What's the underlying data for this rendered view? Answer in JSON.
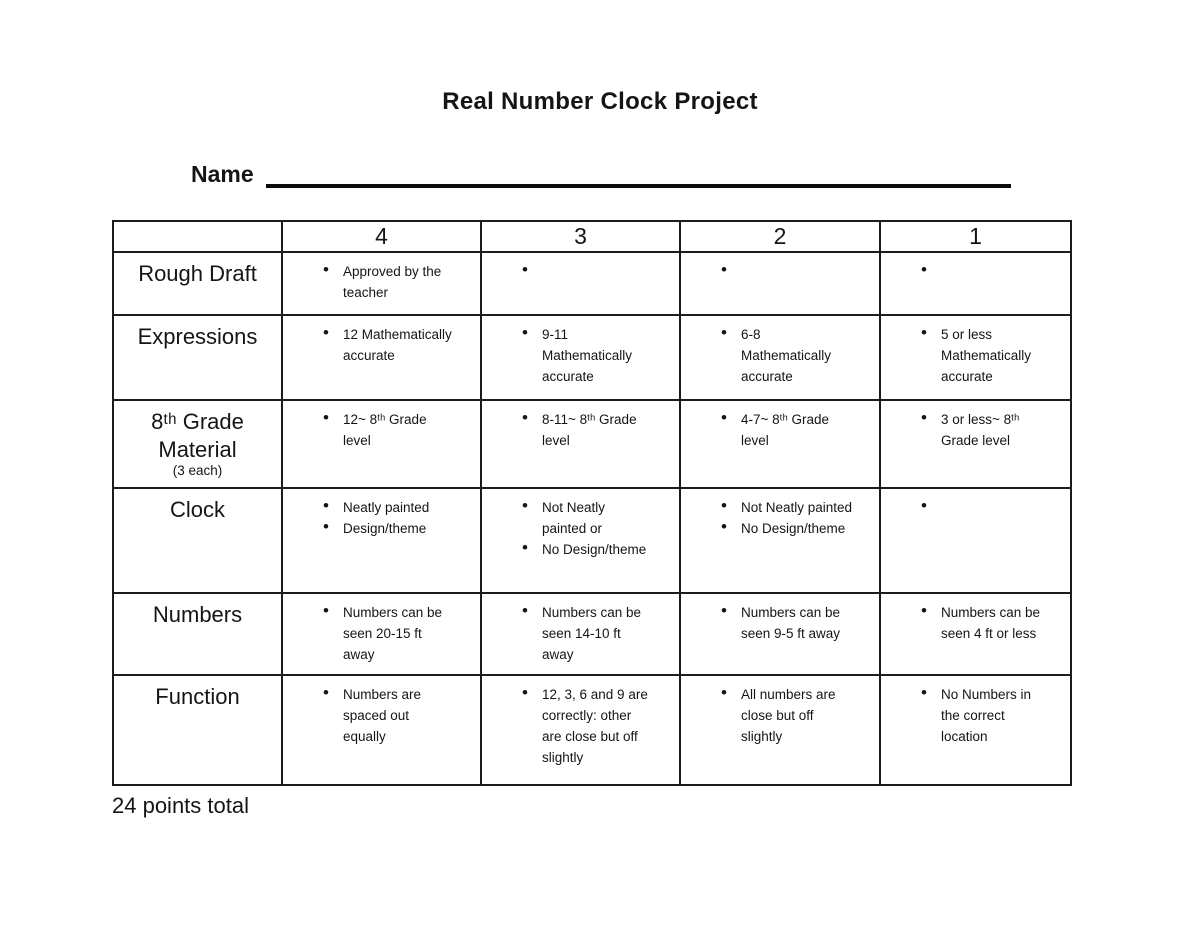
{
  "page": {
    "title": "Real Number Clock Project",
    "name_label": "Name",
    "footer": "24 points total"
  },
  "rubric": {
    "score_headers": [
      "4",
      "3",
      "2",
      "1"
    ],
    "rows": [
      {
        "label": "Rough Draft",
        "sublabel": "",
        "cells": [
          {
            "items": [
              "Approved by the teacher"
            ]
          },
          {
            "items": [
              ""
            ]
          },
          {
            "items": [
              ""
            ]
          },
          {
            "items": [
              ""
            ]
          }
        ]
      },
      {
        "label": "Expressions",
        "sublabel": "",
        "cells": [
          {
            "items": [
              "12 Mathematically accurate"
            ]
          },
          {
            "items": [
              "9-11 Mathematically accurate"
            ]
          },
          {
            "items": [
              "6-8 Mathematically accurate"
            ]
          },
          {
            "items": [
              "5 or less Mathematically accurate"
            ]
          }
        ]
      },
      {
        "label": "8ᵗʰ Grade Material",
        "sublabel": "(3 each)",
        "cells": [
          {
            "items": [
              "12~ 8ᵗʰ Grade level"
            ]
          },
          {
            "items": [
              "8-11~ 8ᵗʰ Grade level"
            ]
          },
          {
            "items": [
              "4-7~ 8ᵗʰ Grade level"
            ]
          },
          {
            "items": [
              "3 or less~ 8ᵗʰ Grade level"
            ]
          }
        ]
      },
      {
        "label": "Clock",
        "sublabel": "",
        "cells": [
          {
            "items": [
              "Neatly painted",
              "Design/theme"
            ]
          },
          {
            "items": [
              "Not Neatly painted or",
              "No Design/theme"
            ]
          },
          {
            "items": [
              "Not Neatly painted",
              "No Design/theme"
            ]
          },
          {
            "items": [
              ""
            ]
          }
        ]
      },
      {
        "label": "Numbers",
        "sublabel": "",
        "cells": [
          {
            "items": [
              "Numbers can be seen 20-15 ft away"
            ]
          },
          {
            "items": [
              "Numbers can be seen 14-10 ft away"
            ]
          },
          {
            "items": [
              "Numbers can be seen 9-5 ft away"
            ]
          },
          {
            "items": [
              "Numbers can be seen 4 ft or less"
            ]
          }
        ]
      },
      {
        "label": "Function",
        "sublabel": "",
        "cells": [
          {
            "items": [
              "Numbers are spaced out equally"
            ]
          },
          {
            "items": [
              "12, 3, 6 and 9 are correctly: other are close but off slightly"
            ]
          },
          {
            "items": [
              "All numbers are close but off slightly"
            ]
          },
          {
            "items": [
              "No Numbers in the correct location"
            ]
          }
        ]
      }
    ]
  }
}
